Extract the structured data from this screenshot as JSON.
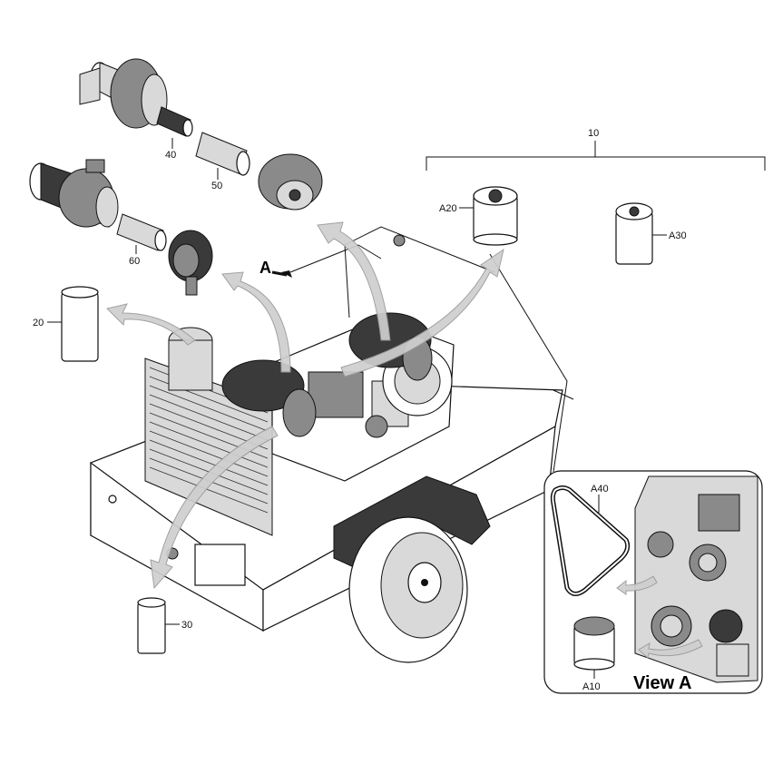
{
  "callouts": {
    "c10": "10",
    "c20": "20",
    "c30": "30",
    "c40": "40",
    "c50": "50",
    "c60": "60",
    "cA10": "A10",
    "cA20": "A20",
    "cA30": "A30",
    "cA40": "A40"
  },
  "view_marker": "A",
  "inset": {
    "title": "View A"
  }
}
